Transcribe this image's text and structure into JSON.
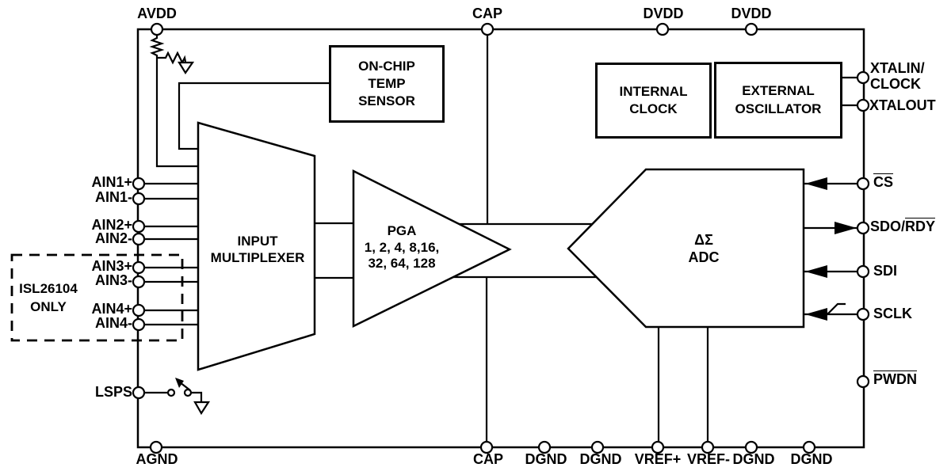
{
  "chip": {
    "top_pins": [
      "AVDD",
      "CAP",
      "DVDD",
      "DVDD"
    ],
    "left_pins": [
      "AIN1+",
      "AIN1-",
      "AIN2+",
      "AIN2-",
      "AIN3+",
      "AIN3-",
      "AIN4+",
      "AIN4-",
      "LSPS"
    ],
    "right_pins": {
      "xtalin_clock": "XTALIN/\nCLOCK",
      "xtalout": "XTALOUT",
      "cs": "CS",
      "sdo_pre": "SDO/",
      "sdo_over": "RDY",
      "sdi": "SDI",
      "sclk": "SCLK",
      "pwdn": "PWDN"
    },
    "bottom_pins": [
      "AGND",
      "CAP",
      "DGND",
      "DGND",
      "VREF+",
      "VREF-",
      "DGND",
      "DGND"
    ],
    "blocks": {
      "temp_sensor": "ON-CHIP\nTEMP\nSENSOR",
      "internal_clock": "INTERNAL\nCLOCK",
      "external_oscillator": "EXTERNAL\nOSCILLATOR",
      "input_multiplexer": "INPUT\nMULTIPLEXER",
      "pga": "PGA\n1, 2, 4, 8,16,\n32, 64, 128",
      "adc": "ΔΣ\nADC"
    },
    "annotations": {
      "isl_only": "ISL26104\nONLY"
    },
    "colors": {
      "line": "#000000",
      "background": "#ffffff"
    }
  }
}
